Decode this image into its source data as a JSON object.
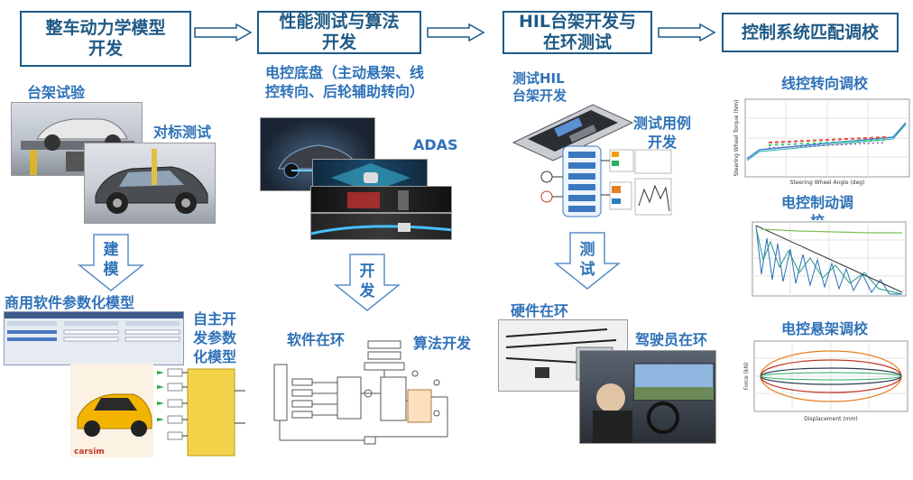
{
  "stages": [
    {
      "label": "整车动力学模型\n开发"
    },
    {
      "label": "性能测试与算法\n开发"
    },
    {
      "label": "HIL台架开发与\n在环测试"
    },
    {
      "label": "控制系统匹配调校"
    }
  ],
  "col1": {
    "bench_test": "台架试验",
    "benchmark_test": "对标测试",
    "down_arrow": "建\n模",
    "commercial_model": "商用软件参数化模型",
    "in_house_model": "自主开\n发参数\n化模型",
    "carsim_brand": "carsim"
  },
  "col2": {
    "chassis_title": "电控底盘（主动悬架、线\n控转向、后轮辅助转向）",
    "adas": "ADAS",
    "down_arrow": "开\n发",
    "sil": "软件在环",
    "algorithm_dev": "算法开发"
  },
  "col3": {
    "hil_bench_dev": "测试HIL\n台架开发",
    "test_case_dev": "测试用例\n开发",
    "down_arrow": "测\n试",
    "hardware_in_loop": "硬件在环",
    "driver_in_loop": "驾驶员在环"
  },
  "col4": {
    "steer_by_wire": "线控转向调校",
    "brake_tuning": "电控制动调\n校",
    "suspension_tuning": "电控悬架调校",
    "steer_xlabel": "Steering Wheel Angle (deg)",
    "steer_ylabel": "Steering Wheel Torque (Nm)",
    "susp_xlabel": "Displacement (mm)",
    "susp_ylabel": "Force (kN)"
  },
  "colors": {
    "stage_border": "#1f5a86",
    "label_blue": "#2f72b8",
    "arrow_fill": "#ffffff",
    "arrow_stroke": "#5b8fc7"
  }
}
